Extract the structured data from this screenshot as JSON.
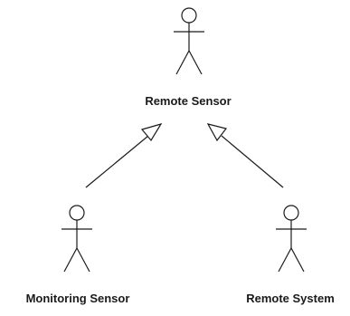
{
  "diagram": {
    "type": "uml-use-case-actor-generalization",
    "actors": [
      {
        "id": "remote-sensor",
        "label": "Remote Sensor"
      },
      {
        "id": "monitoring-sensor",
        "label": "Monitoring Sensor"
      },
      {
        "id": "remote-system",
        "label": "Remote System"
      }
    ],
    "generalizations": [
      {
        "from": "monitoring-sensor",
        "to": "remote-sensor"
      },
      {
        "from": "remote-system",
        "to": "remote-sensor"
      }
    ]
  }
}
